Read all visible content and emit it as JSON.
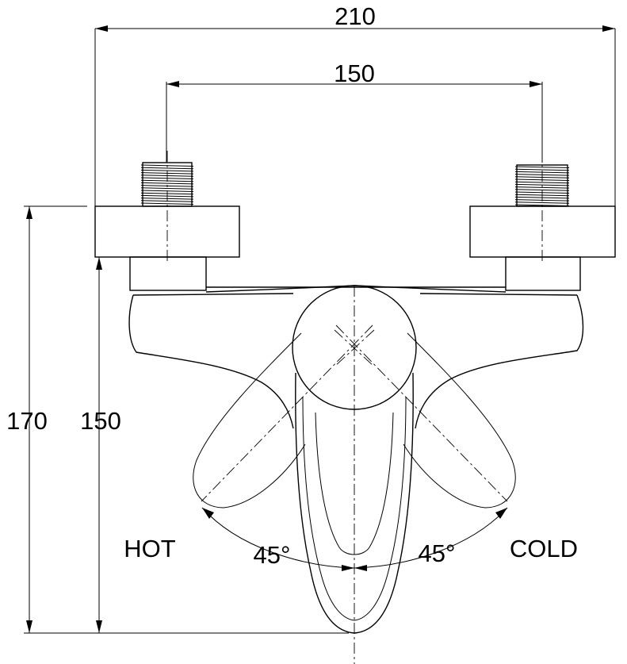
{
  "dimensions": {
    "overall_width": "210",
    "inlet_spacing": "150",
    "overall_height": "170",
    "spout_height": "150"
  },
  "handle": {
    "hot_label": "HOT",
    "cold_label": "COLD",
    "hot_angle": "45°",
    "cold_angle": "45°"
  },
  "colors": {
    "line": "#000000",
    "background": "#ffffff"
  }
}
